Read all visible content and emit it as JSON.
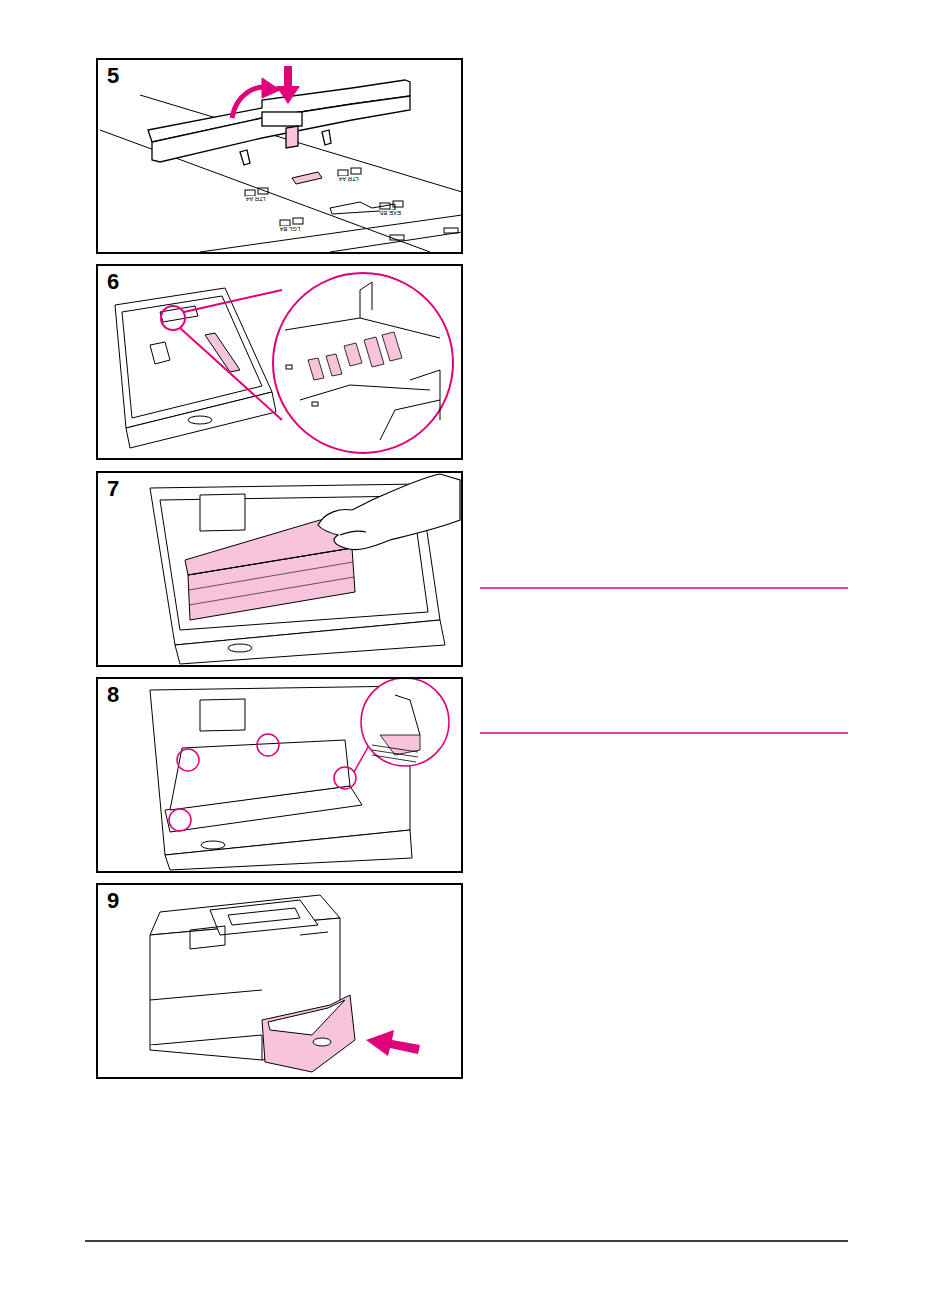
{
  "diagram": {
    "nodes": [
      {
        "text": [
          "5"
        ]
      },
      {
        "text": [
          "6"
        ]
      },
      {
        "text": [
          "7"
        ]
      },
      {
        "text": [
          "8"
        ]
      },
      {
        "text": [
          "9"
        ]
      }
    ],
    "labels": [
      "LTR A4",
      "LTR A4",
      "LGL B4",
      "EXE B5"
    ]
  }
}
